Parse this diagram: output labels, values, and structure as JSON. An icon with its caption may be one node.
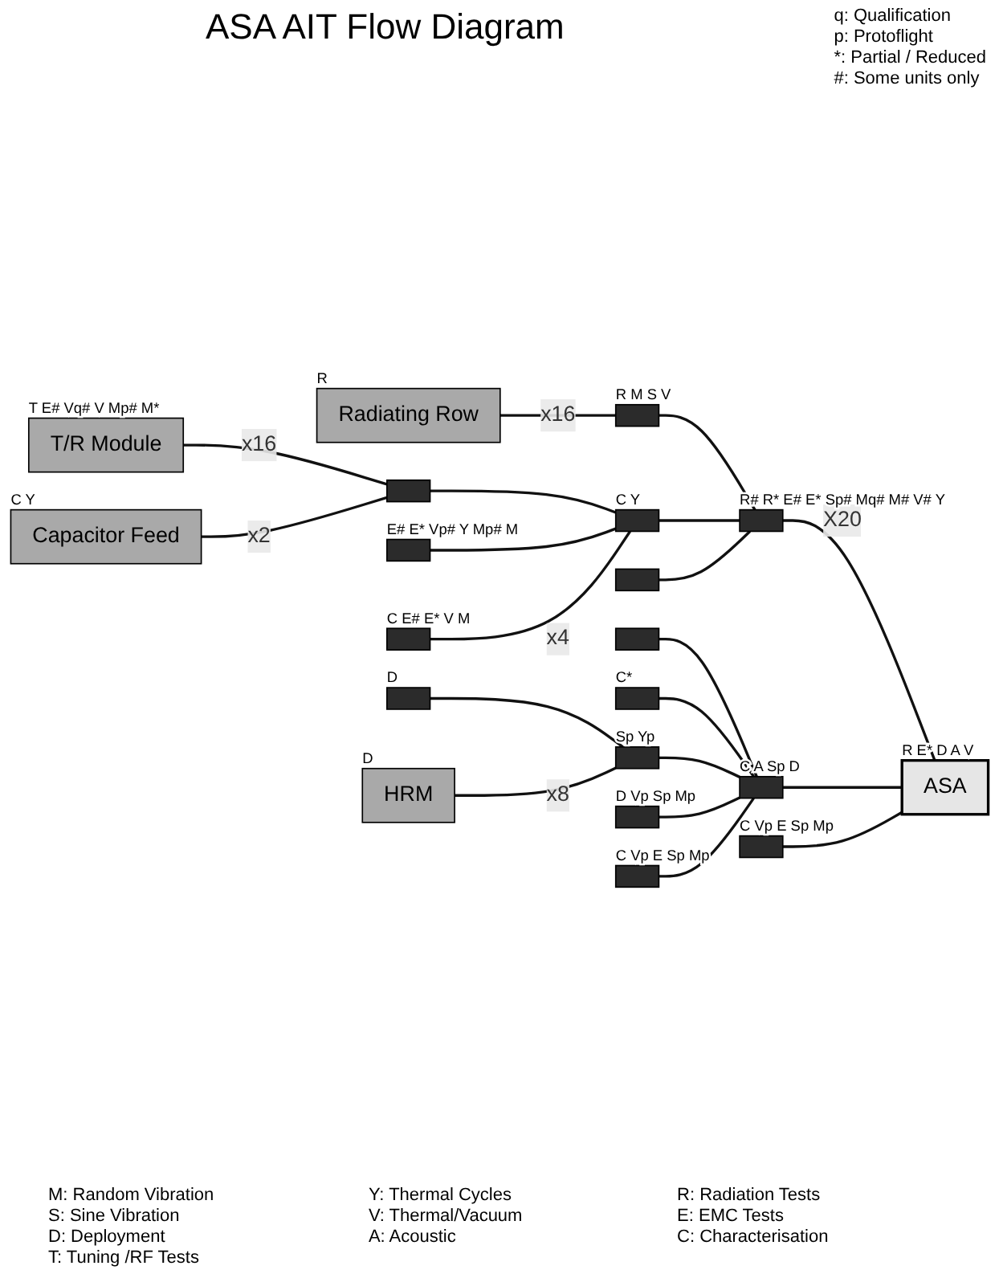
{
  "diagram": {
    "title": "ASA AIT Flow Diagram",
    "nodes": [
      {
        "text": [
          "Radiating Row"
        ],
        "beside": [
          "R"
        ]
      },
      {
        "text": [],
        "shape": "box",
        "beside": [
          "R M S V"
        ]
      },
      {
        "text": [
          "T/R Module"
        ],
        "beside": [
          "T E# Vq# V Mp# M*"
        ]
      },
      {
        "text": [
          "Capacitor Feed"
        ],
        "beside": [
          "C Y"
        ]
      },
      {
        "text": [],
        "shape": "box"
      },
      {
        "text": [],
        "shape": "box",
        "beside": [
          "E# E* Vp# Y Mp# M"
        ]
      },
      {
        "text": [],
        "shape": "box",
        "beside": [
          "C E# E* V M"
        ]
      },
      {
        "text": [],
        "shape": "box",
        "beside": [
          "C Y"
        ]
      },
      {
        "text": [],
        "shape": "box",
        "beside": [
          "R# R* E# E* Sp# Mq# M# V# Y"
        ]
      },
      {
        "text": [],
        "shape": "box"
      },
      {
        "text": [
          "ASA"
        ],
        "beside": [
          "R E* D A V"
        ]
      },
      {
        "text": [],
        "shape": "box"
      },
      {
        "text": [],
        "shape": "box",
        "beside": [
          "C*"
        ]
      },
      {
        "text": [],
        "shape": "box",
        "beside": [
          "D"
        ]
      },
      {
        "text": [],
        "shape": "box",
        "beside": [
          "Sp Yp"
        ]
      },
      {
        "text": [
          "HRM"
        ],
        "beside": [
          "D"
        ]
      },
      {
        "text": [],
        "shape": "box",
        "beside": [
          "C A Sp D"
        ]
      },
      {
        "text": [],
        "shape": "box",
        "beside": [
          "D Vp Sp Mp"
        ]
      },
      {
        "text": [],
        "shape": "box",
        "beside": [
          "C Vp E Sp Mp"
        ]
      },
      {
        "text": [],
        "shape": "box",
        "beside": [
          "C Vp E Sp Mp"
        ]
      }
    ],
    "edges": [
      {
        "from": 0,
        "to": 1,
        "arrow": "none",
        "label": "x16"
      },
      {
        "from": 1,
        "to": 8,
        "arrow": "none"
      },
      {
        "from": 2,
        "to": 4,
        "arrow": "none",
        "label": "x16"
      },
      {
        "from": 3,
        "to": 4,
        "arrow": "none",
        "label": "x2"
      },
      {
        "from": 4,
        "to": 7,
        "arrow": "none"
      },
      {
        "from": 5,
        "to": 7,
        "arrow": "none"
      },
      {
        "from": 6,
        "to": 7,
        "arrow": "none",
        "label": "x4"
      },
      {
        "from": 7,
        "to": 8,
        "arrow": "none"
      },
      {
        "from": 9,
        "to": 8,
        "arrow": "none"
      },
      {
        "from": 8,
        "to": 10,
        "arrow": "none",
        "label": "X20"
      },
      {
        "from": 11,
        "to": 16,
        "arrow": "none"
      },
      {
        "from": 12,
        "to": 16,
        "arrow": "none"
      },
      {
        "from": 13,
        "to": 14,
        "arrow": "none"
      },
      {
        "from": 15,
        "to": 14,
        "arrow": "none",
        "label": "x8"
      },
      {
        "from": 14,
        "to": 16,
        "arrow": "none"
      },
      {
        "from": 17,
        "to": 16,
        "arrow": "none"
      },
      {
        "from": 18,
        "to": 16,
        "arrow": "none"
      },
      {
        "from": 16,
        "to": 10,
        "arrow": "none"
      },
      {
        "from": 19,
        "to": 10,
        "arrow": "none"
      }
    ],
    "labels": [
      "q: Qualification",
      "p: Protoflight",
      "*: Partial / Reduced",
      "#: Some units only",
      "M: Random Vibration",
      "Y: Thermal Cycles",
      "R: Radiation Tests",
      "S: Sine Vibration",
      "V: Thermal/Vacuum",
      "E: EMC Tests",
      "D: Deployment",
      "A: Acoustic",
      "C: Characterisation",
      "T: Tuning /RF Tests"
    ]
  }
}
